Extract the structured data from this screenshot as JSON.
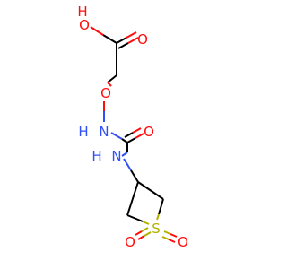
{
  "molecule": {
    "atoms": {
      "hydroxyl_o": "O",
      "hydroxyl_h": "H",
      "carbonyl_o1": "O",
      "ether_o": "O",
      "nh1_n": "N",
      "nh1_h": "H",
      "carbonyl_o2": "O",
      "nh2_n": "N",
      "nh2_h": "H",
      "sulfur": "S",
      "sulfonyl_o_left": "O",
      "sulfonyl_o_right": "O"
    },
    "colors": {
      "carbon": "#000000",
      "oxygen": "#ff0d0d",
      "nitrogen": "#3050f8",
      "sulfur": "#b2b200"
    }
  }
}
